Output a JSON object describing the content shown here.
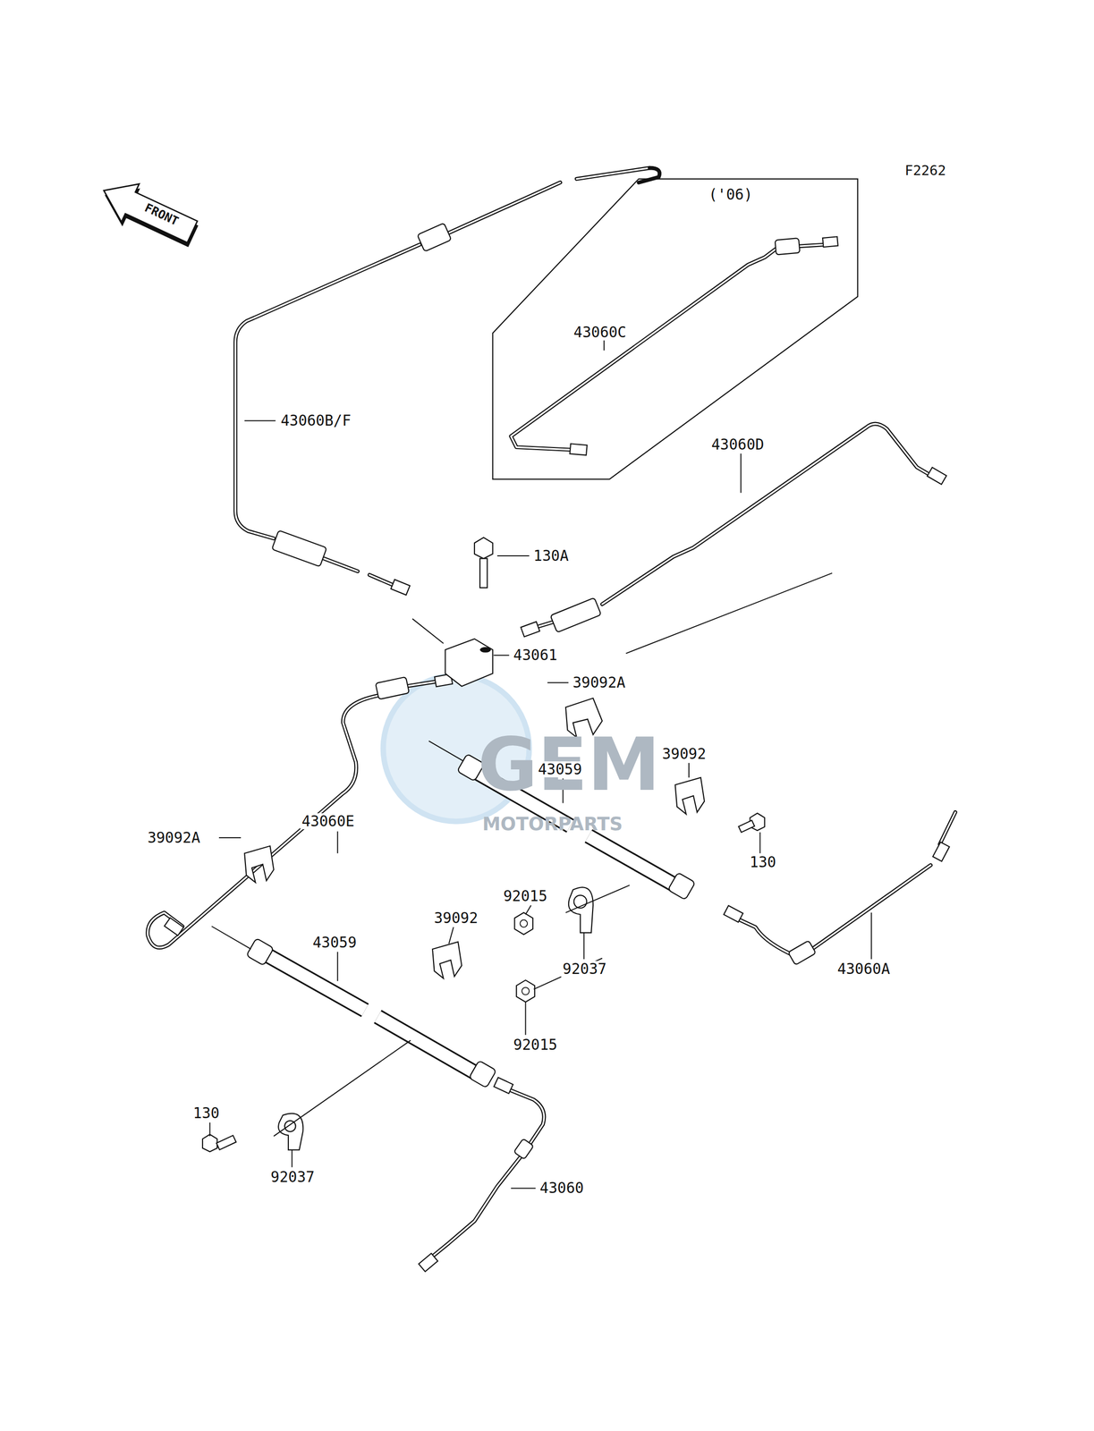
{
  "diagram": {
    "labels": [
      "FRONT",
      "F2262",
      "('06)",
      "43060C",
      "43060B/F",
      "43060D",
      "130A",
      "43061",
      "39092A",
      "43059",
      "39092",
      "39092A",
      "43060E",
      "130",
      "92015",
      "92037",
      "43060A",
      "39092",
      "43059",
      "92015",
      "130",
      "92037",
      "43060",
      "GEM",
      "MOTORPARTS"
    ]
  }
}
